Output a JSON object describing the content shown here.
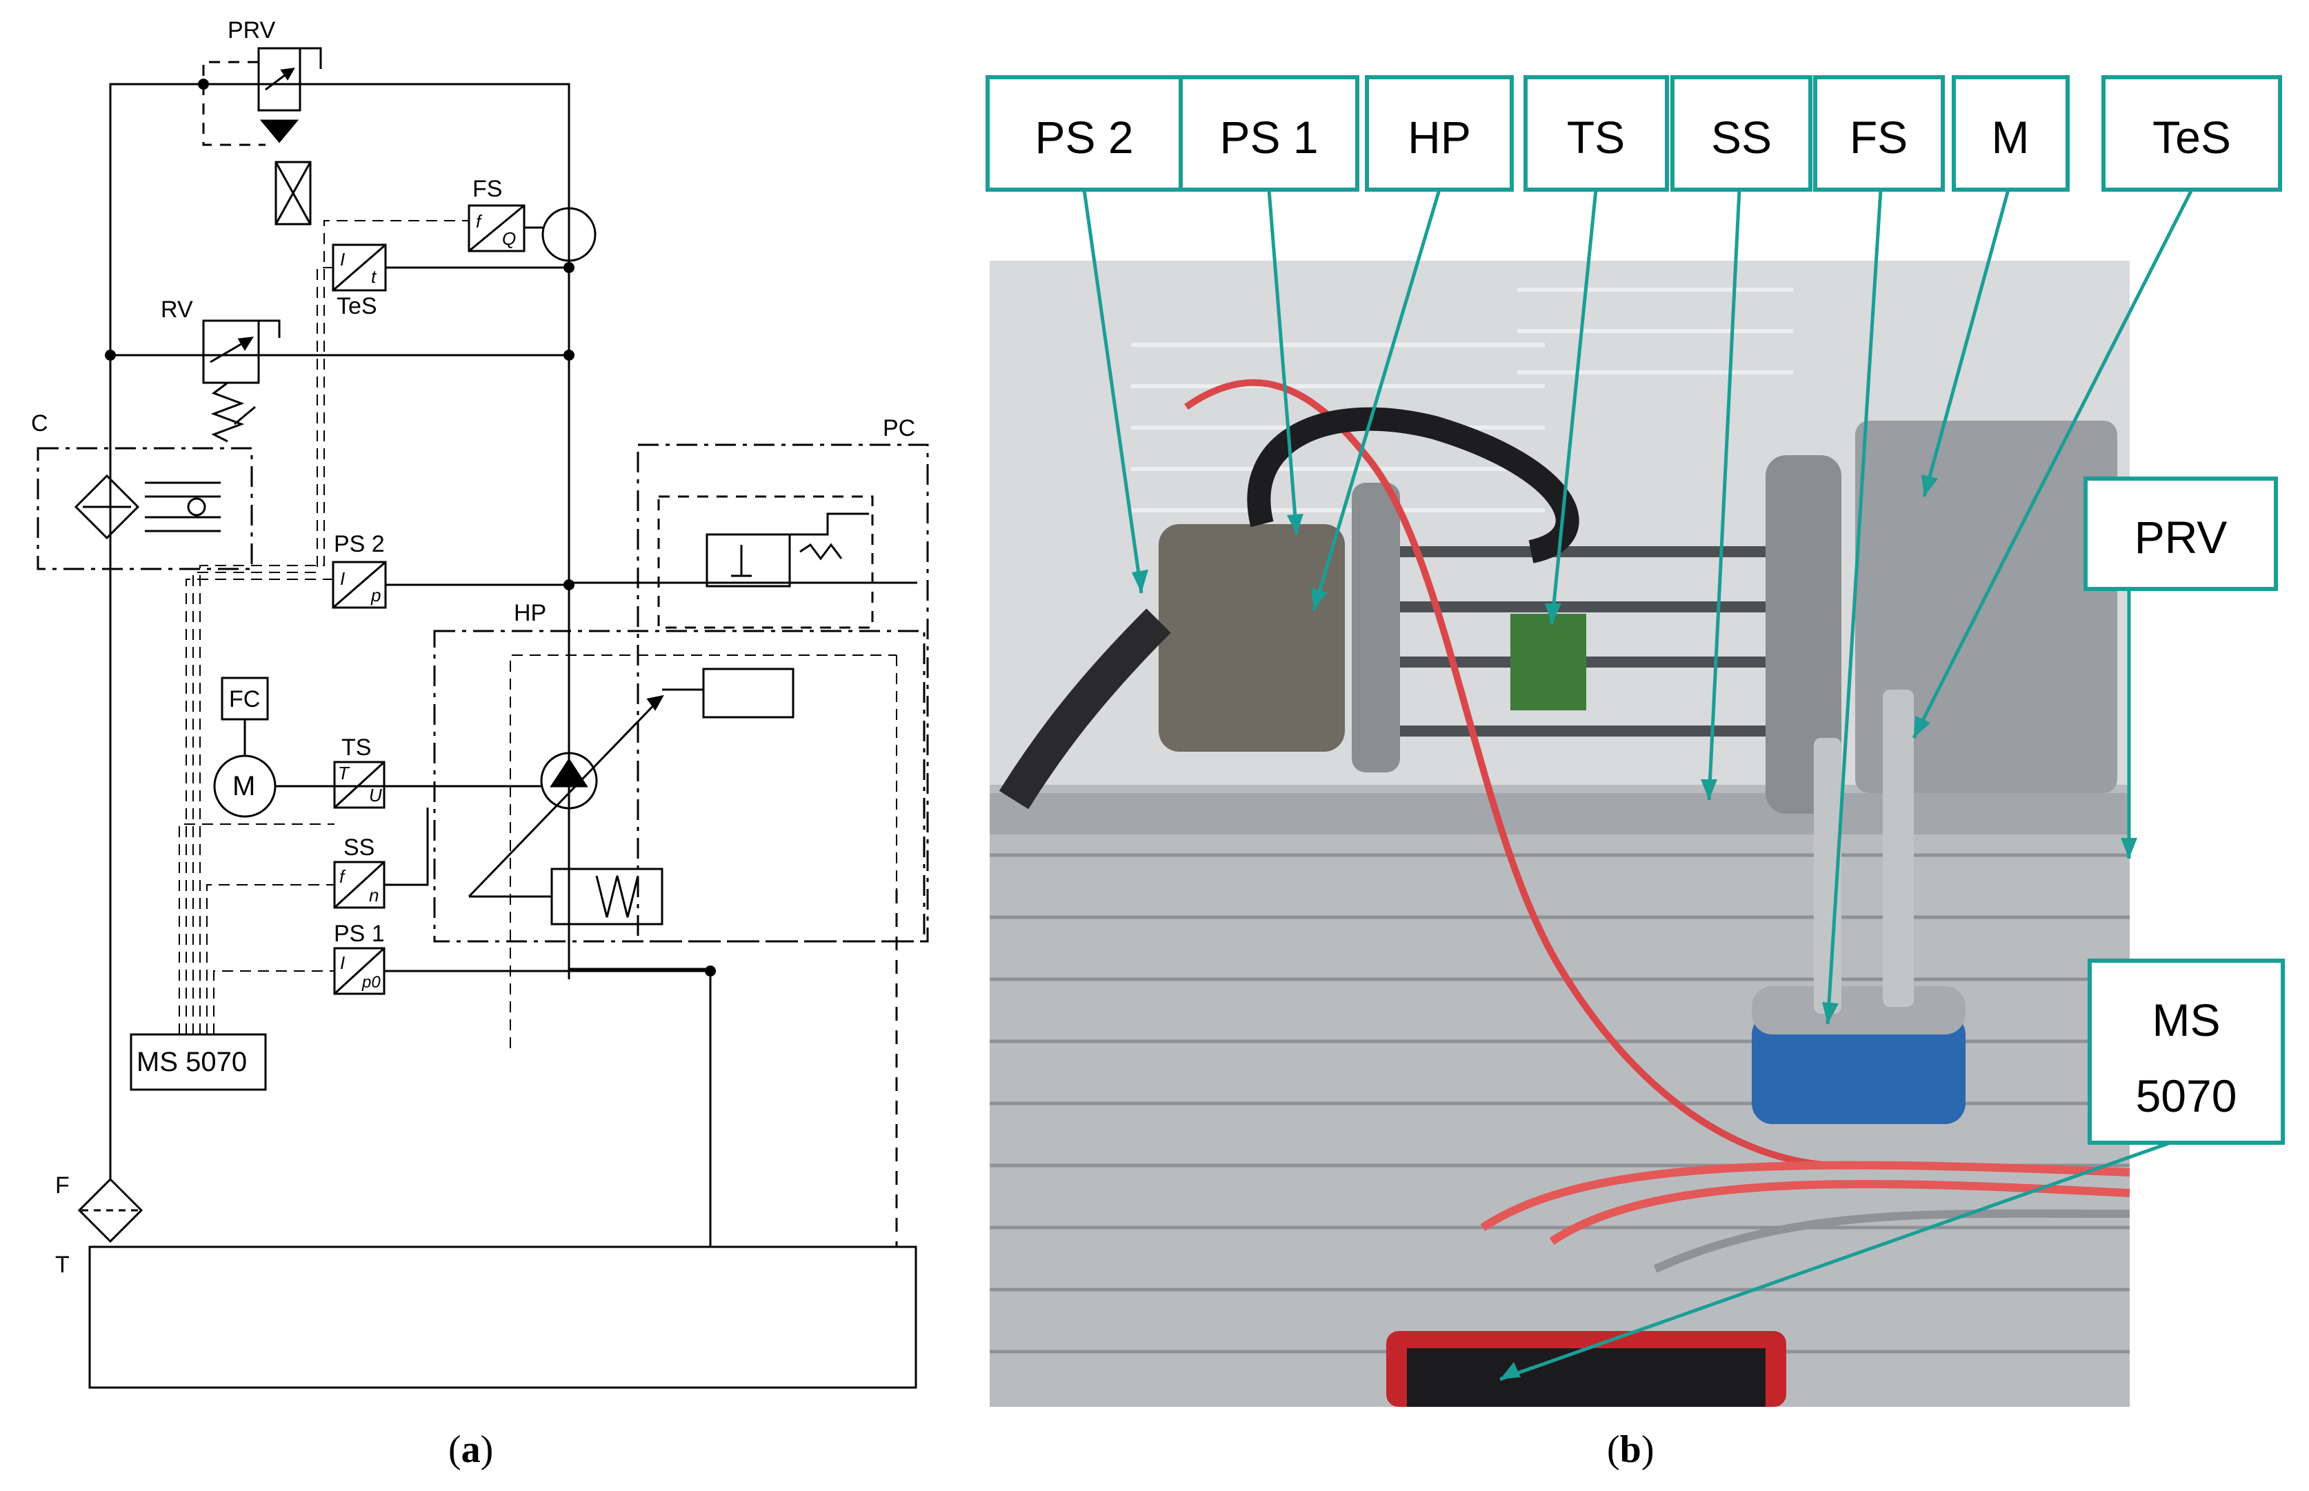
{
  "panel_a": {
    "labels": {
      "prv": "PRV",
      "fs": "FS",
      "fs_f": "f",
      "fs_q": "Q",
      "tes": "TeS",
      "tes_t1": "I",
      "tes_t2": "t",
      "rv": "RV",
      "c": "C",
      "ps2": "PS 2",
      "ps2_i": "I",
      "ps2_p": "p",
      "pc": "PC",
      "hp": "HP",
      "fc": "FC",
      "m": "M",
      "ts": "TS",
      "ts_t": "T",
      "ts_u": "U",
      "ss": "SS",
      "ss_f": "f",
      "ss_n": "n",
      "ps1": "PS 1",
      "ps1_i": "I",
      "ps1_p": "p0",
      "ms": "MS 5070",
      "f": "F",
      "t": "T"
    }
  },
  "panel_b": {
    "callouts": [
      "PS 2",
      "PS 1",
      "HP",
      "TS",
      "SS",
      "FS",
      "M",
      "TeS"
    ],
    "prv": "PRV",
    "ms_line1": "MS",
    "ms_line2": "5070",
    "accent_color": "#1a9e96"
  },
  "captions": {
    "a_open": "(",
    "a": "a",
    "a_close": ")",
    "b_open": "(",
    "b": "b",
    "b_close": ")"
  }
}
